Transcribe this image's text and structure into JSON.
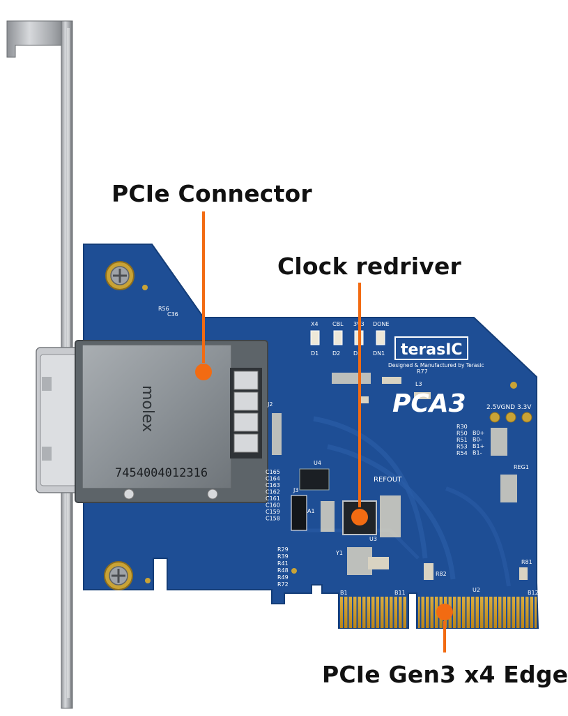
{
  "colors": {
    "pcb": "#1e4e95",
    "pcb_dark": "#163c78",
    "silkscreen": "#ffffff",
    "gold": "#d5a22c",
    "bracket": "#b9bcc0",
    "connector_shell": "#8f969c",
    "callout_line": "#f26b12",
    "callout_dot": "#f26b12",
    "label_text": "#111111"
  },
  "callouts": {
    "pcie_connector": "PCIe Connector",
    "clock_redriver": "Clock redriver",
    "edge": "PCIe Gen3 x4 Edge"
  },
  "board": {
    "vendor_logo": "terasIC",
    "vendor_tagline": "Designed & Manufactured by Terasic",
    "model": "PCA3",
    "connector_brand": "molex",
    "connector_serial": "7454004012316",
    "led_labels": [
      "X4",
      "CBL",
      "3V3",
      "DONE"
    ],
    "led_refs": [
      "D1",
      "D2",
      "D3",
      "DN1"
    ],
    "power_header": "2.5VGND 3.3V",
    "refclk": "REFOUT",
    "ref_designators": [
      "J2",
      "J3",
      "U4",
      "U3",
      "U2",
      "Y1",
      "A1",
      "R56",
      "C36",
      "L3",
      "R77",
      "REG1",
      "R29",
      "R39",
      "R41",
      "R48",
      "R49",
      "R72",
      "B12",
      "B11",
      "B1",
      "R81",
      "R82"
    ],
    "lane_labels": [
      "B0+",
      "B0-",
      "B1+",
      "B1-"
    ],
    "cap_column": [
      "C165",
      "C164",
      "C163",
      "C162",
      "C161",
      "C160",
      "C159",
      "C158"
    ],
    "res_column": [
      "R30",
      "R50",
      "R51",
      "R53",
      "R54"
    ]
  }
}
